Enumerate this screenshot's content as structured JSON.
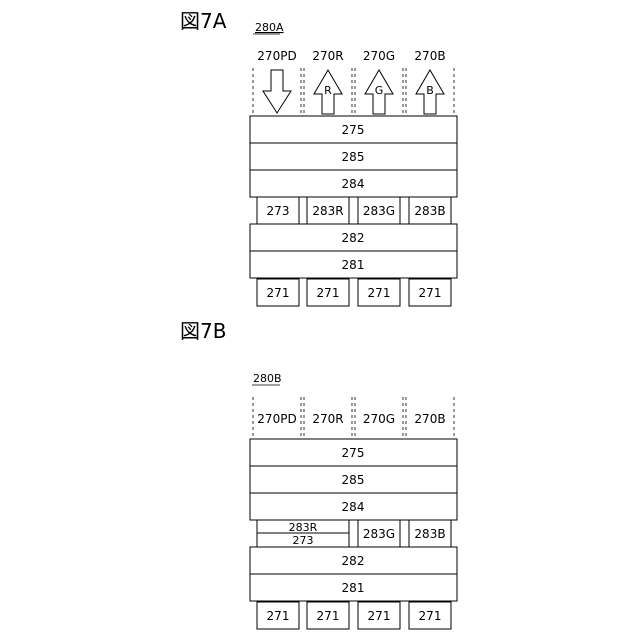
{
  "fig_a": {
    "title": "図7A",
    "ref": "280A",
    "pixels": [
      "270PD",
      "270R",
      "270G",
      "270B"
    ],
    "arrow_letters": [
      "",
      "R",
      "G",
      "B"
    ],
    "layer_275": "275",
    "layer_285": "285",
    "layer_284": "284",
    "filters": [
      "273",
      "283R",
      "283G",
      "283B"
    ],
    "layer_282": "282",
    "layer_281": "281",
    "bottom": [
      "271",
      "271",
      "271",
      "271"
    ]
  },
  "fig_b": {
    "title": "図7B",
    "ref": "280B",
    "pixels": [
      "270PD",
      "270R",
      "270G",
      "270B"
    ],
    "layer_275": "275",
    "layer_285": "285",
    "layer_284": "284",
    "stack_top": "283R",
    "stack_bottom": "273",
    "filters": [
      "283G",
      "283B"
    ],
    "layer_282": "282",
    "layer_281": "281",
    "bottom": [
      "271",
      "271",
      "271",
      "271"
    ]
  }
}
